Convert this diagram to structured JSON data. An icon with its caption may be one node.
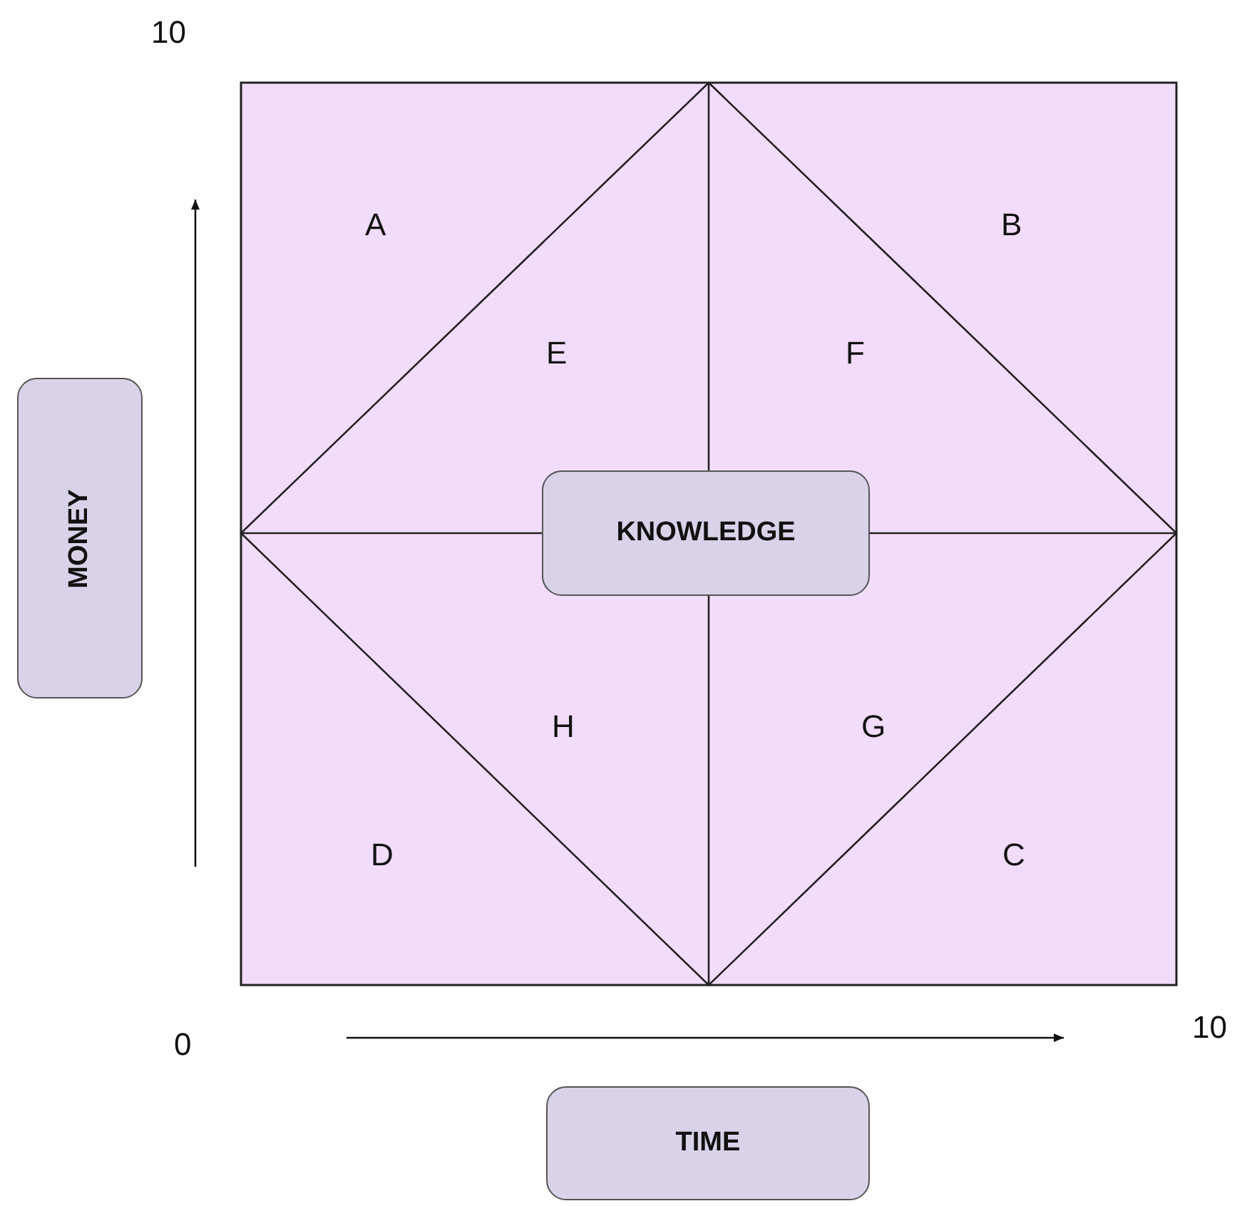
{
  "diagram": {
    "nodes": [
      {
        "text": [
          "MONEY"
        ]
      },
      {
        "text": [
          "KNOWLEDGE"
        ]
      },
      {
        "text": [
          "TIME"
        ]
      }
    ],
    "labels": [
      "10",
      "A",
      "B",
      "E",
      "F",
      "H",
      "G",
      "D",
      "C",
      "10",
      "0"
    ]
  }
}
